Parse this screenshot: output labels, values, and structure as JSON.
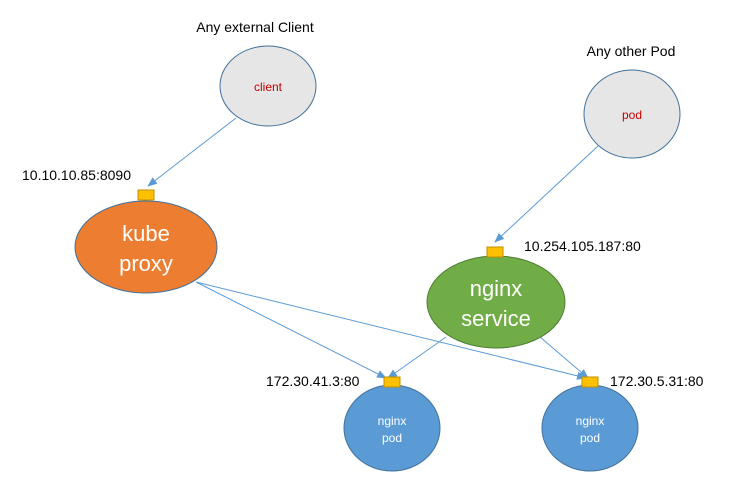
{
  "colors": {
    "client_fill": "#e7e6e6",
    "client_stroke": "#41719c",
    "client_text": "#c00000",
    "proxy_fill": "#ed7d31",
    "proxy_stroke": "#41719c",
    "service_fill": "#70ad47",
    "service_stroke": "#507e32",
    "pod_fill": "#5b9bd5",
    "pod_stroke": "#41719c",
    "port_fill": "#ffc000",
    "port_stroke": "#bf9000",
    "arrow": "#5b9bd5",
    "label_text": "#000000",
    "node_text_light": "#ffffff"
  },
  "labels": {
    "external_client": "Any external Client",
    "other_pod": "Any other Pod"
  },
  "nodes": {
    "client": {
      "label": "client"
    },
    "pod": {
      "label": "pod"
    },
    "kube_proxy": {
      "line1": "kube",
      "line2": "proxy"
    },
    "nginx_service": {
      "line1": "nginx",
      "line2": "service"
    },
    "nginx_pod_1": {
      "line1": "nginx",
      "line2": "pod"
    },
    "nginx_pod_2": {
      "line1": "nginx",
      "line2": "pod"
    }
  },
  "ports": {
    "kube_proxy": "10.10.10.85:8090",
    "nginx_service": "10.254.105.187:80",
    "nginx_pod_1": "172.30.41.3:80",
    "nginx_pod_2": "172.30.5.31:80"
  }
}
